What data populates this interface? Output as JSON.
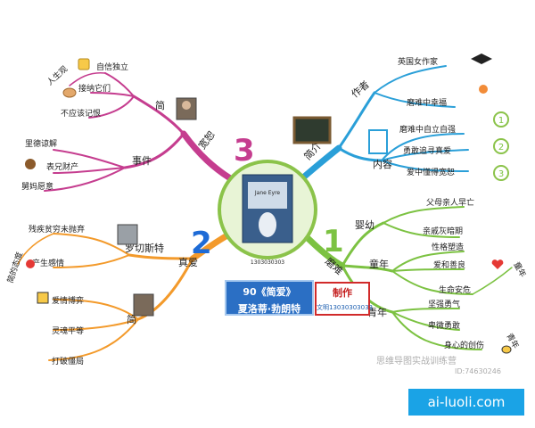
{
  "center": {
    "book_caption": "1303030303",
    "book_title": "Jane Eyre",
    "title_line1": "90《简爱》",
    "title_line2": "夏洛蒂·勃朗特",
    "credit_label": "制作",
    "credit_id": "文明13030303033"
  },
  "branch1": {
    "number": "1",
    "label": "磨难",
    "color": "#7cc242",
    "nodes": {
      "child": "婴幼",
      "child_items": [
        "父母亲人早亡",
        "亲戚灰暗期"
      ],
      "youth": "童年",
      "youth_items": [
        "性格塑造",
        "爱和善良",
        "生命安危"
      ],
      "youth_side": "童年",
      "teen": "青年",
      "teen_items": [
        "坚强勇气",
        "卑微勇敢",
        "身心的创伤"
      ],
      "teen_side": "青年"
    }
  },
  "branch2": {
    "number": "2",
    "label": "真爱",
    "color": "#f39a2b",
    "rochester": "罗切斯特",
    "rochester_items": [
      "残疾贫穷未抛弃",
      "产生感情"
    ],
    "rochester_side": "简的态度",
    "jane": "简",
    "jane_items": [
      "爱情博弈",
      "灵魂平等",
      "打破僵局"
    ]
  },
  "branch3": {
    "number": "3",
    "label": "宽恕",
    "color": "#c53d8f",
    "jane": "简",
    "jane_items": [
      "自信独立",
      "接纳它们",
      "不应该记恨"
    ],
    "jane_side": "人生观",
    "event": "事件",
    "event_items": [
      "里德谅解",
      "表兄财产",
      "舅妈愿意"
    ]
  },
  "branch4": {
    "label": "简介",
    "color": "#2a9fd8",
    "author": "作者",
    "author_items": [
      "英国女作家",
      "磨难中幸福"
    ],
    "content": "内容",
    "content_items": [
      "磨难中自立自强",
      "勇敢追寻真爱",
      "爱中懂得宽恕"
    ],
    "content_marks": [
      "1",
      "2",
      "3"
    ]
  },
  "watermark": {
    "text": "思维导图实战训练营",
    "id": "ID:74630246"
  },
  "site": "ai-luoli.com",
  "icons": [
    "thumbs-up-icon",
    "handshake-icon",
    "money-bag-icon",
    "chalkboard-icon",
    "clipboard-icon",
    "graduation-cap-icon",
    "flower-icon",
    "heart-icon",
    "bee-icon",
    "couple-icon",
    "portrait-icon"
  ]
}
